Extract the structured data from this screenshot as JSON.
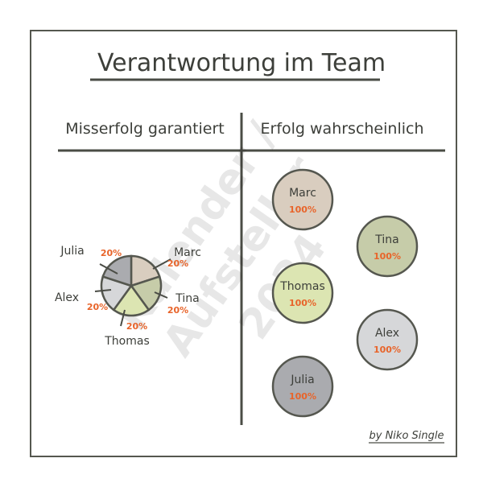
{
  "title": "Verantwortung im Team",
  "left_header": "Misserfolg garantiert",
  "right_header": "Erfolg wahrscheinlich",
  "signature": "by Niko Single",
  "watermark": [
    "Kalender /",
    "Aufsteller",
    "2024"
  ],
  "colors": {
    "ink": "#3d3f3a",
    "percent": "#e8642a",
    "paper": "#ffffff"
  },
  "chart_data": {
    "type": "pie",
    "title": "Misserfolg garantiert",
    "slices": [
      {
        "name": "Marc",
        "value": 20,
        "label": "20%",
        "color": "#d9cdbf"
      },
      {
        "name": "Tina",
        "value": 20,
        "label": "20%",
        "color": "#c6cca9"
      },
      {
        "name": "Thomas",
        "value": 20,
        "label": "20%",
        "color": "#dce5b2"
      },
      {
        "name": "Alex",
        "value": 20,
        "label": "20%",
        "color": "#d6d7d9"
      },
      {
        "name": "Julia",
        "value": 20,
        "label": "20%",
        "color": "#aaabaf"
      }
    ]
  },
  "circles": [
    {
      "name": "Marc",
      "value": 100,
      "label": "100%",
      "color": "#d9cdbf"
    },
    {
      "name": "Tina",
      "value": 100,
      "label": "100%",
      "color": "#c6cca9"
    },
    {
      "name": "Thomas",
      "value": 100,
      "label": "100%",
      "color": "#dce5b2"
    },
    {
      "name": "Alex",
      "value": 100,
      "label": "100%",
      "color": "#d6d7d9"
    },
    {
      "name": "Julia",
      "value": 100,
      "label": "100%",
      "color": "#aaabaf"
    }
  ]
}
